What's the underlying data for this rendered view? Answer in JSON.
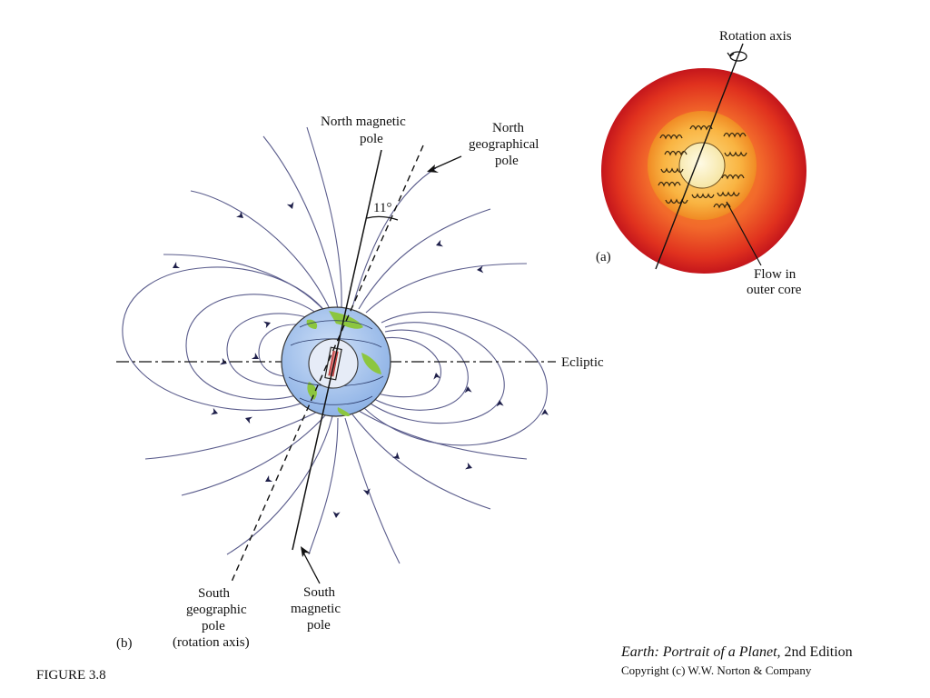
{
  "figure": {
    "number": "FIGURE 3.8",
    "panel_a": "(a)",
    "panel_b": "(b)"
  },
  "labels": {
    "rotation_axis": "Rotation axis",
    "flow_line1": "Flow in",
    "flow_line2": "outer core",
    "north_magnetic_line1": "North magnetic",
    "north_magnetic_line2": "pole",
    "north_geo_line1": "North",
    "north_geo_line2": "geographical",
    "north_geo_line3": "pole",
    "angle": "11°",
    "ecliptic": "Ecliptic",
    "south_geo_line1": "South",
    "south_geo_line2": "geographic",
    "south_geo_line3": "pole",
    "south_geo_line4": "(rotation axis)",
    "south_mag_line1": "South",
    "south_mag_line2": "magnetic",
    "south_mag_line3": "pole"
  },
  "credit": {
    "book_title": "Earth: Portrait of a Planet",
    "edition": ", 2nd Edition",
    "copyright": "Copyright (c) W.W. Norton & Company"
  },
  "colors": {
    "field_line": "#5a5c8c",
    "arrow": "#1e1f4a",
    "earth_ocean": "#a9c6ee",
    "earth_land": "#8cc63f",
    "mantle_outer": "#c4161c",
    "mantle_mid": "#f26a2b",
    "outer_core": "#f7a531",
    "inner_core": "#fdf6c8"
  }
}
